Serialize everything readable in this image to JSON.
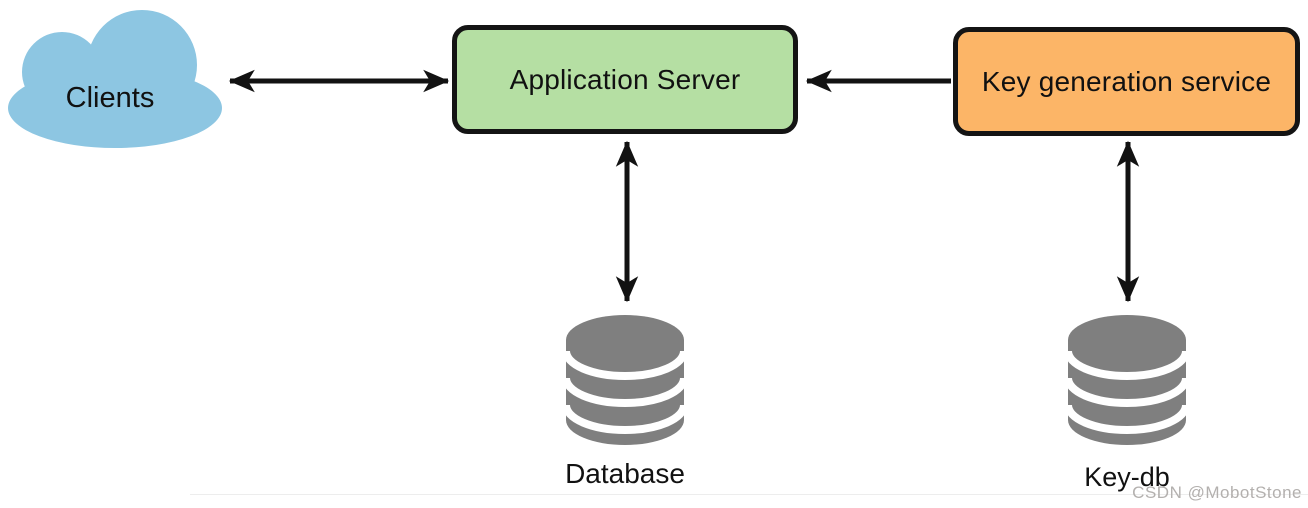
{
  "nodes": {
    "clients": {
      "label": "Clients",
      "shape": "cloud",
      "color": "#8dc6e2"
    },
    "app_server": {
      "label": "Application Server",
      "shape": "rounded-box",
      "color": "#b5dfa3"
    },
    "key_service": {
      "label": "Key generation service",
      "shape": "rounded-box",
      "color": "#fcb567"
    },
    "database": {
      "label": "Database",
      "shape": "database-cylinder",
      "color": "#7f7f7f"
    },
    "key_db": {
      "label": "Key-db",
      "shape": "database-cylinder",
      "color": "#7f7f7f"
    }
  },
  "edges": [
    {
      "from": "clients",
      "to": "app_server",
      "style": "bidirectional-arrow"
    },
    {
      "from": "key_service",
      "to": "app_server",
      "style": "single-arrow"
    },
    {
      "from": "app_server",
      "to": "database",
      "style": "bidirectional-arrow"
    },
    {
      "from": "key_service",
      "to": "key_db",
      "style": "bidirectional-arrow"
    }
  ],
  "watermark": {
    "text": "CSDN @MobotStone",
    "color": "#b3b0ae"
  },
  "colors": {
    "arrow": "#121212",
    "node_border": "#141414",
    "text": "#111111",
    "background": "#ffffff"
  }
}
